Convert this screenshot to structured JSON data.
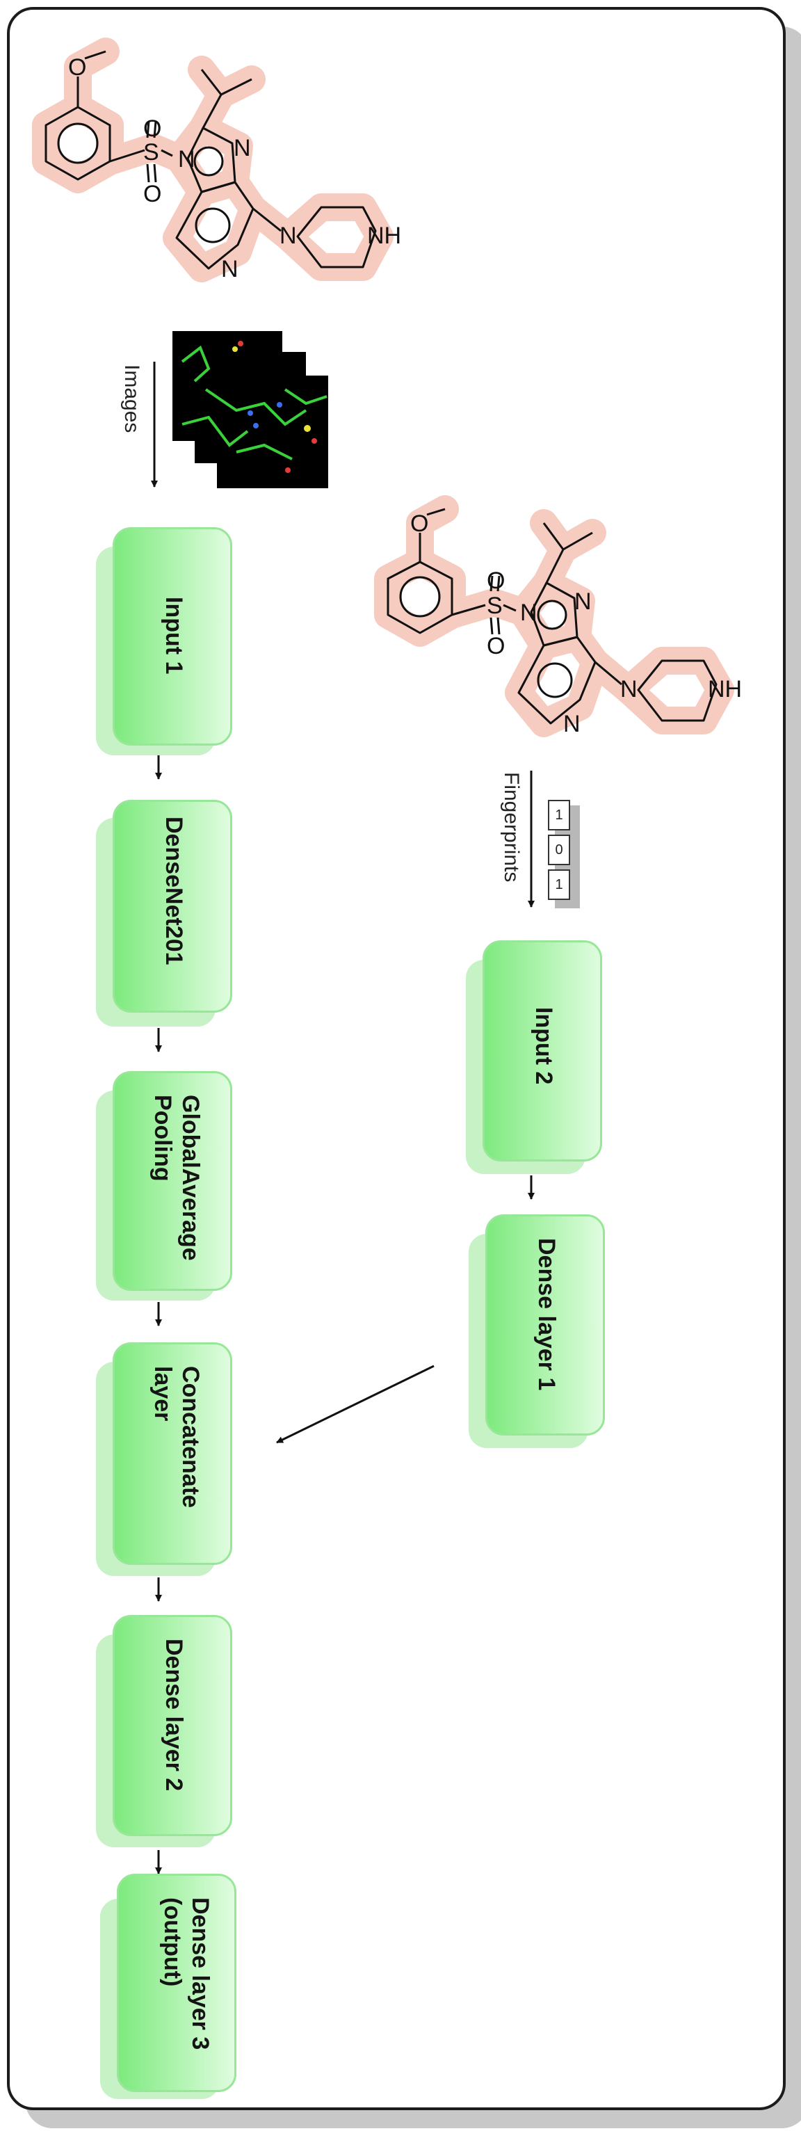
{
  "left_branch": {
    "molecule_atoms": {
      "o": "O",
      "s": "S",
      "n1": "N",
      "n2": "N",
      "n3": "N",
      "n4": "N",
      "nh": "NH"
    },
    "input_label": "Images",
    "nodes": {
      "input1": "Input 1",
      "densenet": "DenseNet201",
      "gap_line1": "GlobalAverage",
      "gap_line2": "Pooling",
      "concat_line1": "Concatenate",
      "concat_line2": "layer",
      "dense2": "Dense layer 2",
      "dense3_line1": "Dense layer 3",
      "dense3_line2": "(output)"
    }
  },
  "right_branch": {
    "molecule_atoms": {
      "o": "O",
      "s": "S",
      "n1": "N",
      "n2": "N",
      "n3": "N",
      "n4": "N",
      "nh": "NH"
    },
    "input_label": "Fingerprints",
    "fingerprint_bits": [
      "1",
      "0",
      "1"
    ],
    "nodes": {
      "input2": "Input 2",
      "dense1": "Dense layer 1"
    }
  },
  "colors": {
    "node_fill_dark": "#7eea7e",
    "node_fill_light": "#dffcdf",
    "node_shadow": "#c6f2c6",
    "molecule_highlight": "#f6c9bd",
    "border": "#1c1c1c"
  }
}
